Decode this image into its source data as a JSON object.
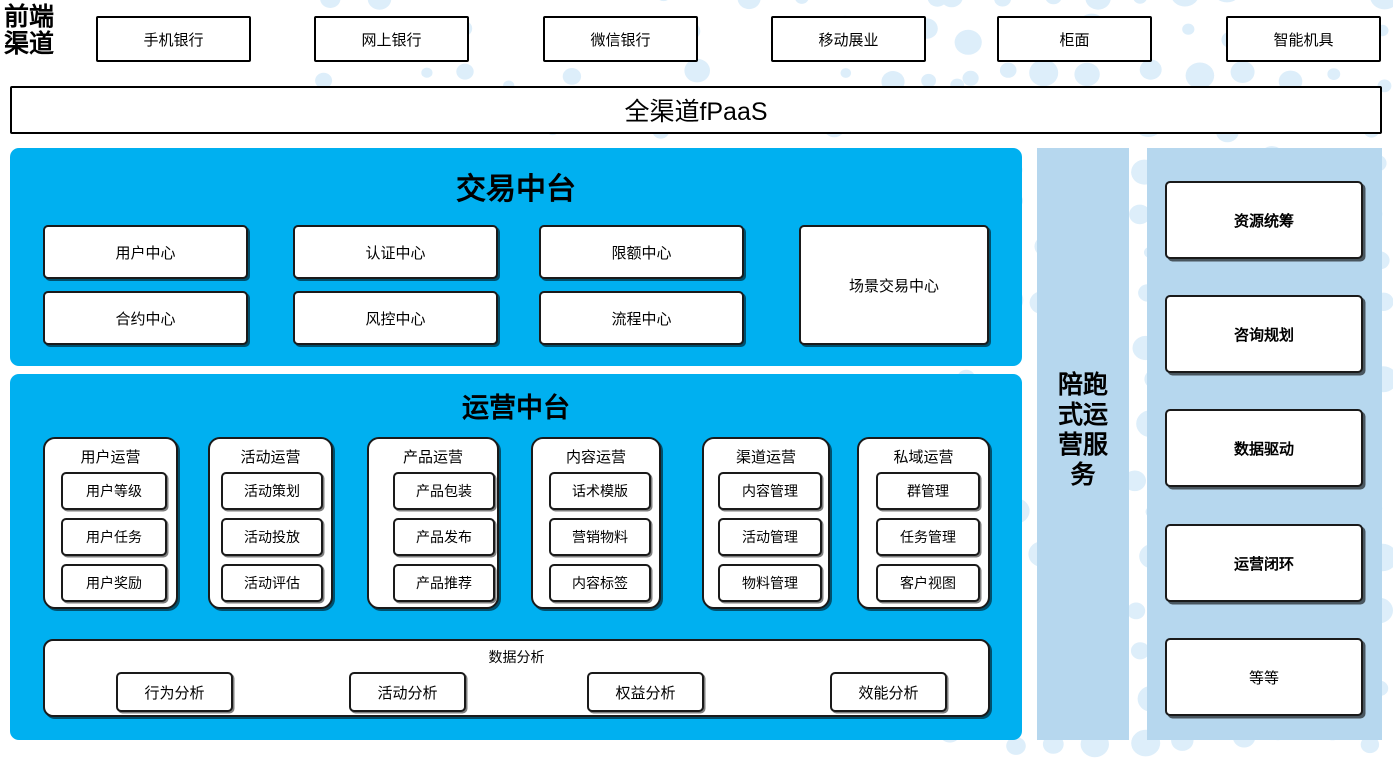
{
  "theme": {
    "cyan": "#00b0f0",
    "light_blue": "#b6d7ee",
    "dot_color": "#ddeefa",
    "border": "#1a1a1a",
    "card_bg": "#ffffff",
    "page_bg": "#ffffff"
  },
  "channel_row": {
    "label": "前端\n渠道",
    "label_line1": "前端",
    "label_line2": "渠道",
    "items": [
      {
        "label": "手机银行"
      },
      {
        "label": "网上银行"
      },
      {
        "label": "微信银行"
      },
      {
        "label": "移动展业"
      },
      {
        "label": "柜面"
      },
      {
        "label": "智能机具"
      }
    ]
  },
  "platform_bar": {
    "label": "全渠道fPaaS"
  },
  "transaction_center": {
    "title": "交易中台",
    "cards": [
      {
        "label": "用户中心"
      },
      {
        "label": "认证中心"
      },
      {
        "label": "限额中心"
      },
      {
        "label": "合约中心"
      },
      {
        "label": "风控中心"
      },
      {
        "label": "流程中心"
      },
      {
        "label": "场景交易中心"
      }
    ]
  },
  "operation_center": {
    "title": "运营中台",
    "groups": [
      {
        "title": "用户运营",
        "items": [
          "用户等级",
          "用户任务",
          "用户奖励"
        ]
      },
      {
        "title": "活动运营",
        "items": [
          "活动策划",
          "活动投放",
          "活动评估"
        ]
      },
      {
        "title": "产品运营",
        "items": [
          "产品包装",
          "产品发布",
          "产品推荐"
        ]
      },
      {
        "title": "内容运营",
        "items": [
          "话术模版",
          "营销物料",
          "内容标签"
        ]
      },
      {
        "title": "渠道运营",
        "items": [
          "内容管理",
          "活动管理",
          "物料管理"
        ]
      },
      {
        "title": "私域运营",
        "items": [
          "群管理",
          "任务管理",
          "客户视图"
        ]
      }
    ],
    "data_analysis": {
      "title": "数据分析",
      "items": [
        "行为分析",
        "活动分析",
        "权益分析",
        "效能分析"
      ]
    }
  },
  "accompany_column": {
    "title": "陪跑式运营服务",
    "lines": [
      "陪跑",
      "式运",
      "营服",
      "务"
    ]
  },
  "service_column": {
    "cards": [
      {
        "label": "资源统筹",
        "bold": true
      },
      {
        "label": "咨询规划",
        "bold": true
      },
      {
        "label": "数据驱动",
        "bold": true
      },
      {
        "label": "运营闭环",
        "bold": true
      },
      {
        "label": "等等",
        "bold": false
      }
    ]
  }
}
